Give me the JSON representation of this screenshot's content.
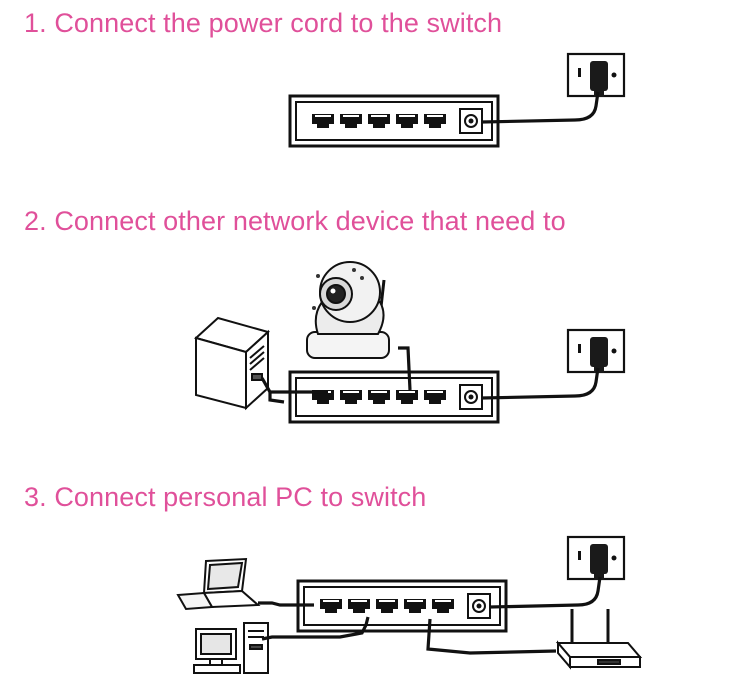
{
  "colors": {
    "title_text": "#e0509a",
    "line_art": "#111111",
    "background": "#ffffff"
  },
  "steps": [
    {
      "number": 1,
      "title": "1. Connect the power cord to the switch"
    },
    {
      "number": 2,
      "title": "2. Connect other network device that need to"
    },
    {
      "number": 3,
      "title": "3. Connect personal PC to switch"
    }
  ],
  "switch": {
    "port_count": 5
  },
  "icons": [
    "wall-outlet-icon",
    "power-plug-icon",
    "ethernet-port-icon",
    "ip-camera-icon",
    "tower-computer-icon",
    "laptop-icon",
    "desktop-pc-icon",
    "wifi-router-icon"
  ]
}
